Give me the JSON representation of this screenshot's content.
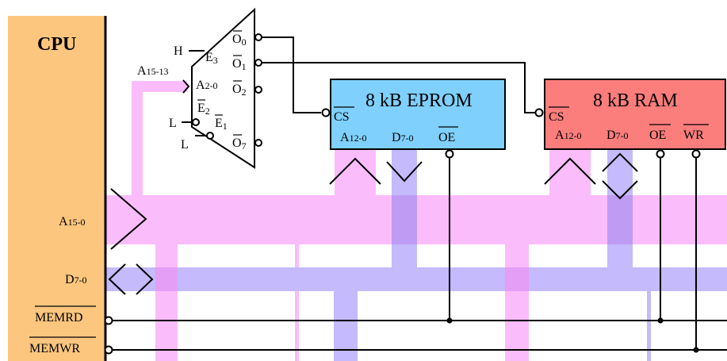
{
  "cpu": {
    "label": "CPU"
  },
  "decoder": {
    "input_label": "A15-13",
    "pin_h": "H",
    "pin_l1": "L",
    "pin_l2": "L",
    "pin_e3": "E3",
    "pin_a": "A2-0",
    "pin_e2": "E2",
    "pin_e1": "E1",
    "out_o0": "O0",
    "out_o1": "O1",
    "out_o2": "O2",
    "out_o7": "O7"
  },
  "eprom": {
    "title": "8 kB EPROM",
    "cs": "CS",
    "addr": "A12-0",
    "data": "D7-0",
    "oe": "OE"
  },
  "ram": {
    "title": "8 kB RAM",
    "cs": "CS",
    "addr": "A12-0",
    "data": "D7-0",
    "oe": "OE",
    "wr": "WR"
  },
  "buses": {
    "address": "A15-0",
    "data": "D7-0",
    "memrd": "MEMRD",
    "memwr": "MEMWR"
  },
  "colors": {
    "cpu": "#fcc67e",
    "address_bus": "#fbbcfb",
    "data_bus": "#c4bafc",
    "eprom": "#7fd0fc",
    "ram": "#fb7d7c",
    "overlap": "#e49ef6"
  }
}
